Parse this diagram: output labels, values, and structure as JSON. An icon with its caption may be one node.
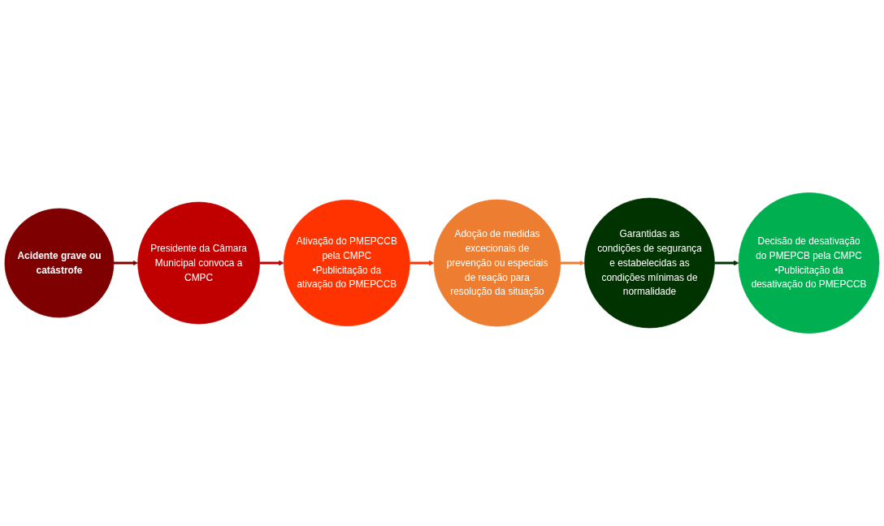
{
  "diagram": {
    "nodes": [
      {
        "text": [
          "Acidente grave ou catástrofe"
        ]
      },
      {
        "text": [
          "Presidente da Câmara Municipal convoca a CMPC"
        ]
      },
      {
        "text": [
          "Ativação do PMEPCCB pela CMPC",
          "•Publicitação da ativação do PMEPCCB"
        ]
      },
      {
        "text": [
          "Adoção de medidas excecionais de prevenção ou especiais de reação para resolução da situação"
        ]
      },
      {
        "text": [
          "Garantidas as condições de segurança e estabelecidas as condições mínimas de normalidade"
        ]
      },
      {
        "text": [
          "Decisão de desativação do PMEPCB pela CMPC",
          "•Publicitação da desativação do PMEPCCB"
        ]
      }
    ],
    "edges": [
      {
        "from": 0,
        "to": 1,
        "arrow": "to",
        "color": "#7f0000"
      },
      {
        "from": 1,
        "to": 2,
        "arrow": "to",
        "color": "#c00000"
      },
      {
        "from": 2,
        "to": 3,
        "arrow": "to",
        "color": "#ff3300"
      },
      {
        "from": 3,
        "to": 4,
        "arrow": "to",
        "color": "#ed7d31"
      },
      {
        "from": 4,
        "to": 5,
        "arrow": "to",
        "color": "#003300"
      }
    ]
  }
}
